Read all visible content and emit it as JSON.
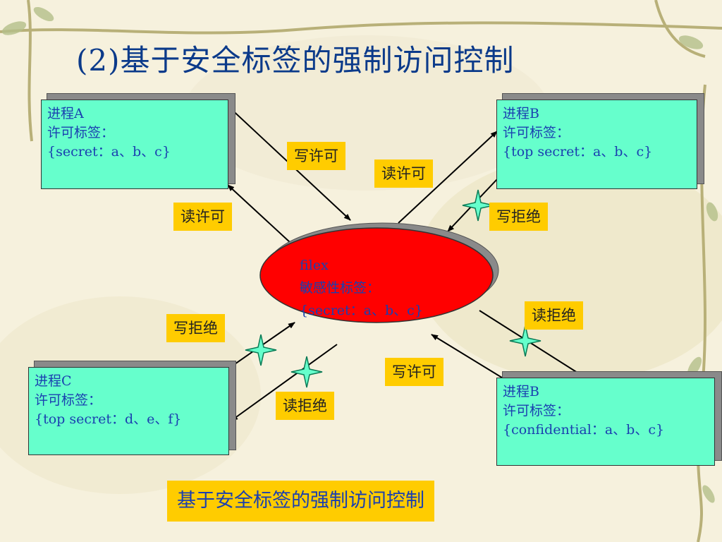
{
  "slide": {
    "title": "(2)基于安全标签的强制访问控制",
    "caption": "基于安全标签的强制访问控制"
  },
  "processes": {
    "a": {
      "name": "进程A",
      "label_title": "许可标签：",
      "label_value": "{secret：a、b、c}"
    },
    "b_top": {
      "name": "进程B",
      "label_title": "许可标签：",
      "label_value": "{top secret：a、b、c}"
    },
    "c": {
      "name": "进程C",
      "label_title": "许可标签：",
      "label_value": "{top secret：d、e、f}"
    },
    "b_bottom": {
      "name": "进程B",
      "label_title": "许可标签：",
      "label_value": "{confidential：a、b、c}"
    }
  },
  "file": {
    "name": "filex",
    "label_title": "敏感性标签：",
    "label_value": "{secret：a、b、c}"
  },
  "access_labels": {
    "a_write": "写许可",
    "a_read": "读许可",
    "b_top_read": "读许可",
    "b_top_write": "写拒绝",
    "c_write": "写拒绝",
    "c_read": "读拒绝",
    "b_bottom_read": "读拒绝",
    "b_bottom_write": "写许可"
  },
  "colors": {
    "process_box": "#66ffcc",
    "file_ellipse": "#ff0000",
    "label_bg": "#ffcc00",
    "text": "#1a3fb0",
    "deny_star": "#66ffcc"
  }
}
